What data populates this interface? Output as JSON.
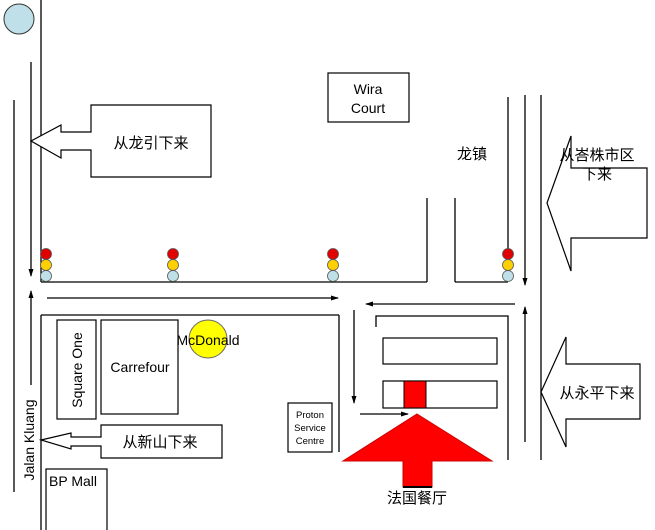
{
  "labels": {
    "wira_court_1": "Wira",
    "wira_court_2": "Court",
    "long_zhen": "龙镇",
    "from_longyin": "从龙引下来",
    "from_batu_1": "从峇株市区",
    "from_batu_2": "下来",
    "from_yongping": "从永平下来",
    "from_xinshan": "从新山下来",
    "square_one": "Square One",
    "carrefour": "Carrefour",
    "mcdonald": "McDonald",
    "proton_1": "Proton",
    "proton_2": "Service",
    "proton_3": "Centre",
    "bp_mall": "BP Mall",
    "jalan_kluang": "Jalan Kluang",
    "french_restaurant": "法国餐厅"
  },
  "colors": {
    "destination": "#ff0000",
    "light_red": "#e00000",
    "light_yellow": "#ffd000",
    "light_blue": "#bfe0e8",
    "mcdonald": "#ffff00"
  },
  "traffic_light_count": 4
}
